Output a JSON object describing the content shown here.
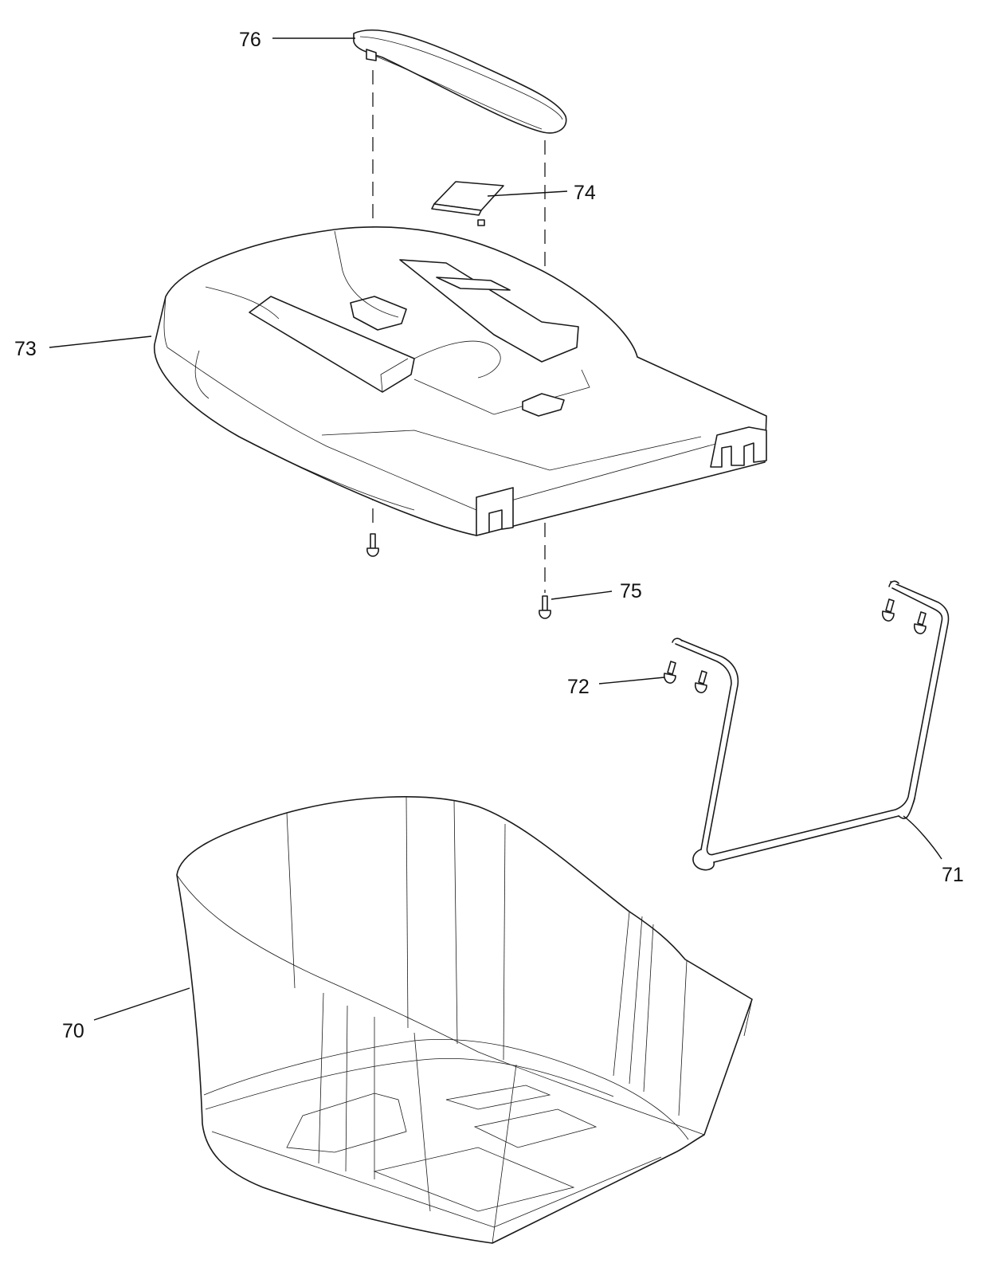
{
  "callouts": [
    {
      "id": "76",
      "text": "76"
    },
    {
      "id": "74",
      "text": "74"
    },
    {
      "id": "73",
      "text": "73"
    },
    {
      "id": "75",
      "text": "75"
    },
    {
      "id": "72",
      "text": "72"
    },
    {
      "id": "71",
      "text": "71"
    },
    {
      "id": "70",
      "text": "70"
    }
  ]
}
